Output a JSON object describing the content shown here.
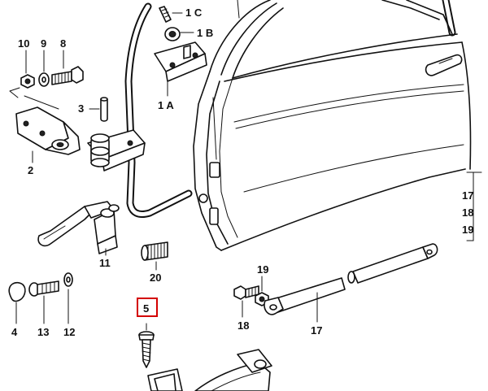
{
  "callouts": {
    "p1c": "1 C",
    "p1b": "1 B",
    "p1a": "1 A",
    "p10": "10",
    "p9": "9",
    "p8": "8",
    "p3": "3",
    "p2": "2",
    "p11": "11",
    "p20": "20",
    "p5": "5",
    "p4": "4",
    "p13": "13",
    "p12": "12",
    "p19": "19",
    "p18": "18",
    "p17": "17",
    "side17": "17",
    "side18": "18",
    "side19": "19"
  },
  "highlight_color": "#d40000"
}
